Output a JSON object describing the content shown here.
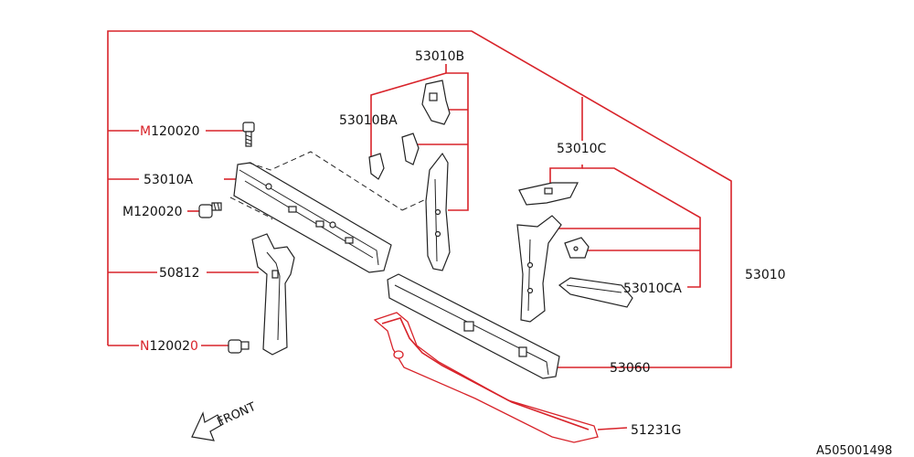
{
  "labels": {
    "p53010B": "53010B",
    "p53010BA": "53010BA",
    "p53010C": "53010C",
    "p53010CA": "53010CA",
    "p53010": "53010",
    "p53060": "53060",
    "p51231G": "51231G",
    "p53010A": "53010A",
    "p50812": "50812",
    "m120020_top_prefix": "M",
    "m120020_top_rest": "120020",
    "m120020_mid": "M120020",
    "n120020_prefix": "N",
    "n120020_mid": "12002",
    "n120020_suffix": "0",
    "front": "FRONT",
    "diagram_code": "A505001498"
  },
  "colors": {
    "leader": "#d8232a",
    "outline": "#222222"
  }
}
